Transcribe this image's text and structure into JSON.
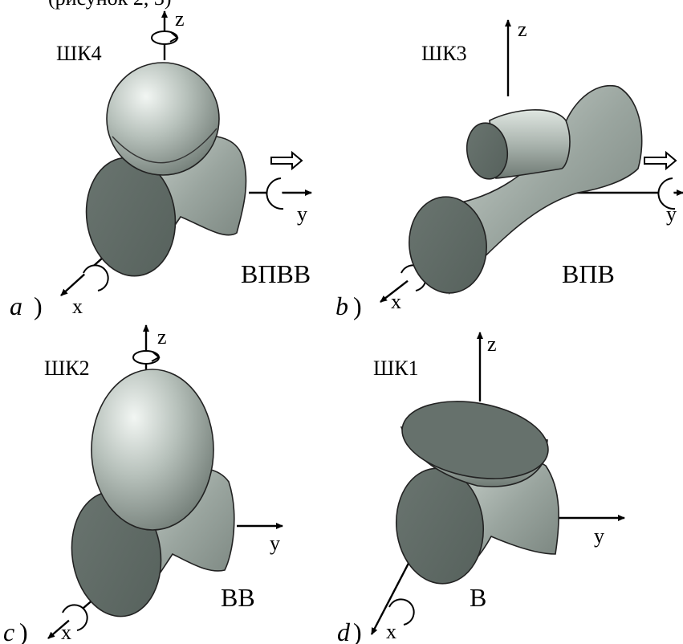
{
  "panels": [
    {
      "letter": "a",
      "paren": ")",
      "code": "ШК4",
      "pair": "ВПВВ",
      "axes": [
        "x",
        "y",
        "z"
      ]
    },
    {
      "letter": "b",
      "paren": ")",
      "code": "ШК3",
      "pair": "ВПВ",
      "axes": [
        "x",
        "y",
        "z"
      ]
    },
    {
      "letter": "c",
      "paren": ")",
      "code": "ШК2",
      "pair": "ВВ",
      "axes": [
        "x",
        "y",
        "z"
      ]
    },
    {
      "letter": "d",
      "paren": ")",
      "code": "ШК1",
      "pair": "В",
      "axes": [
        "x",
        "y",
        "z"
      ]
    }
  ],
  "header_fragment": "(рисунок 2, 3)",
  "colors": {
    "surface_light": "#e6ece7",
    "surface_mid": "#a9b3ad",
    "surface_dark": "#6c7771",
    "cut_face": "#5d6863"
  }
}
